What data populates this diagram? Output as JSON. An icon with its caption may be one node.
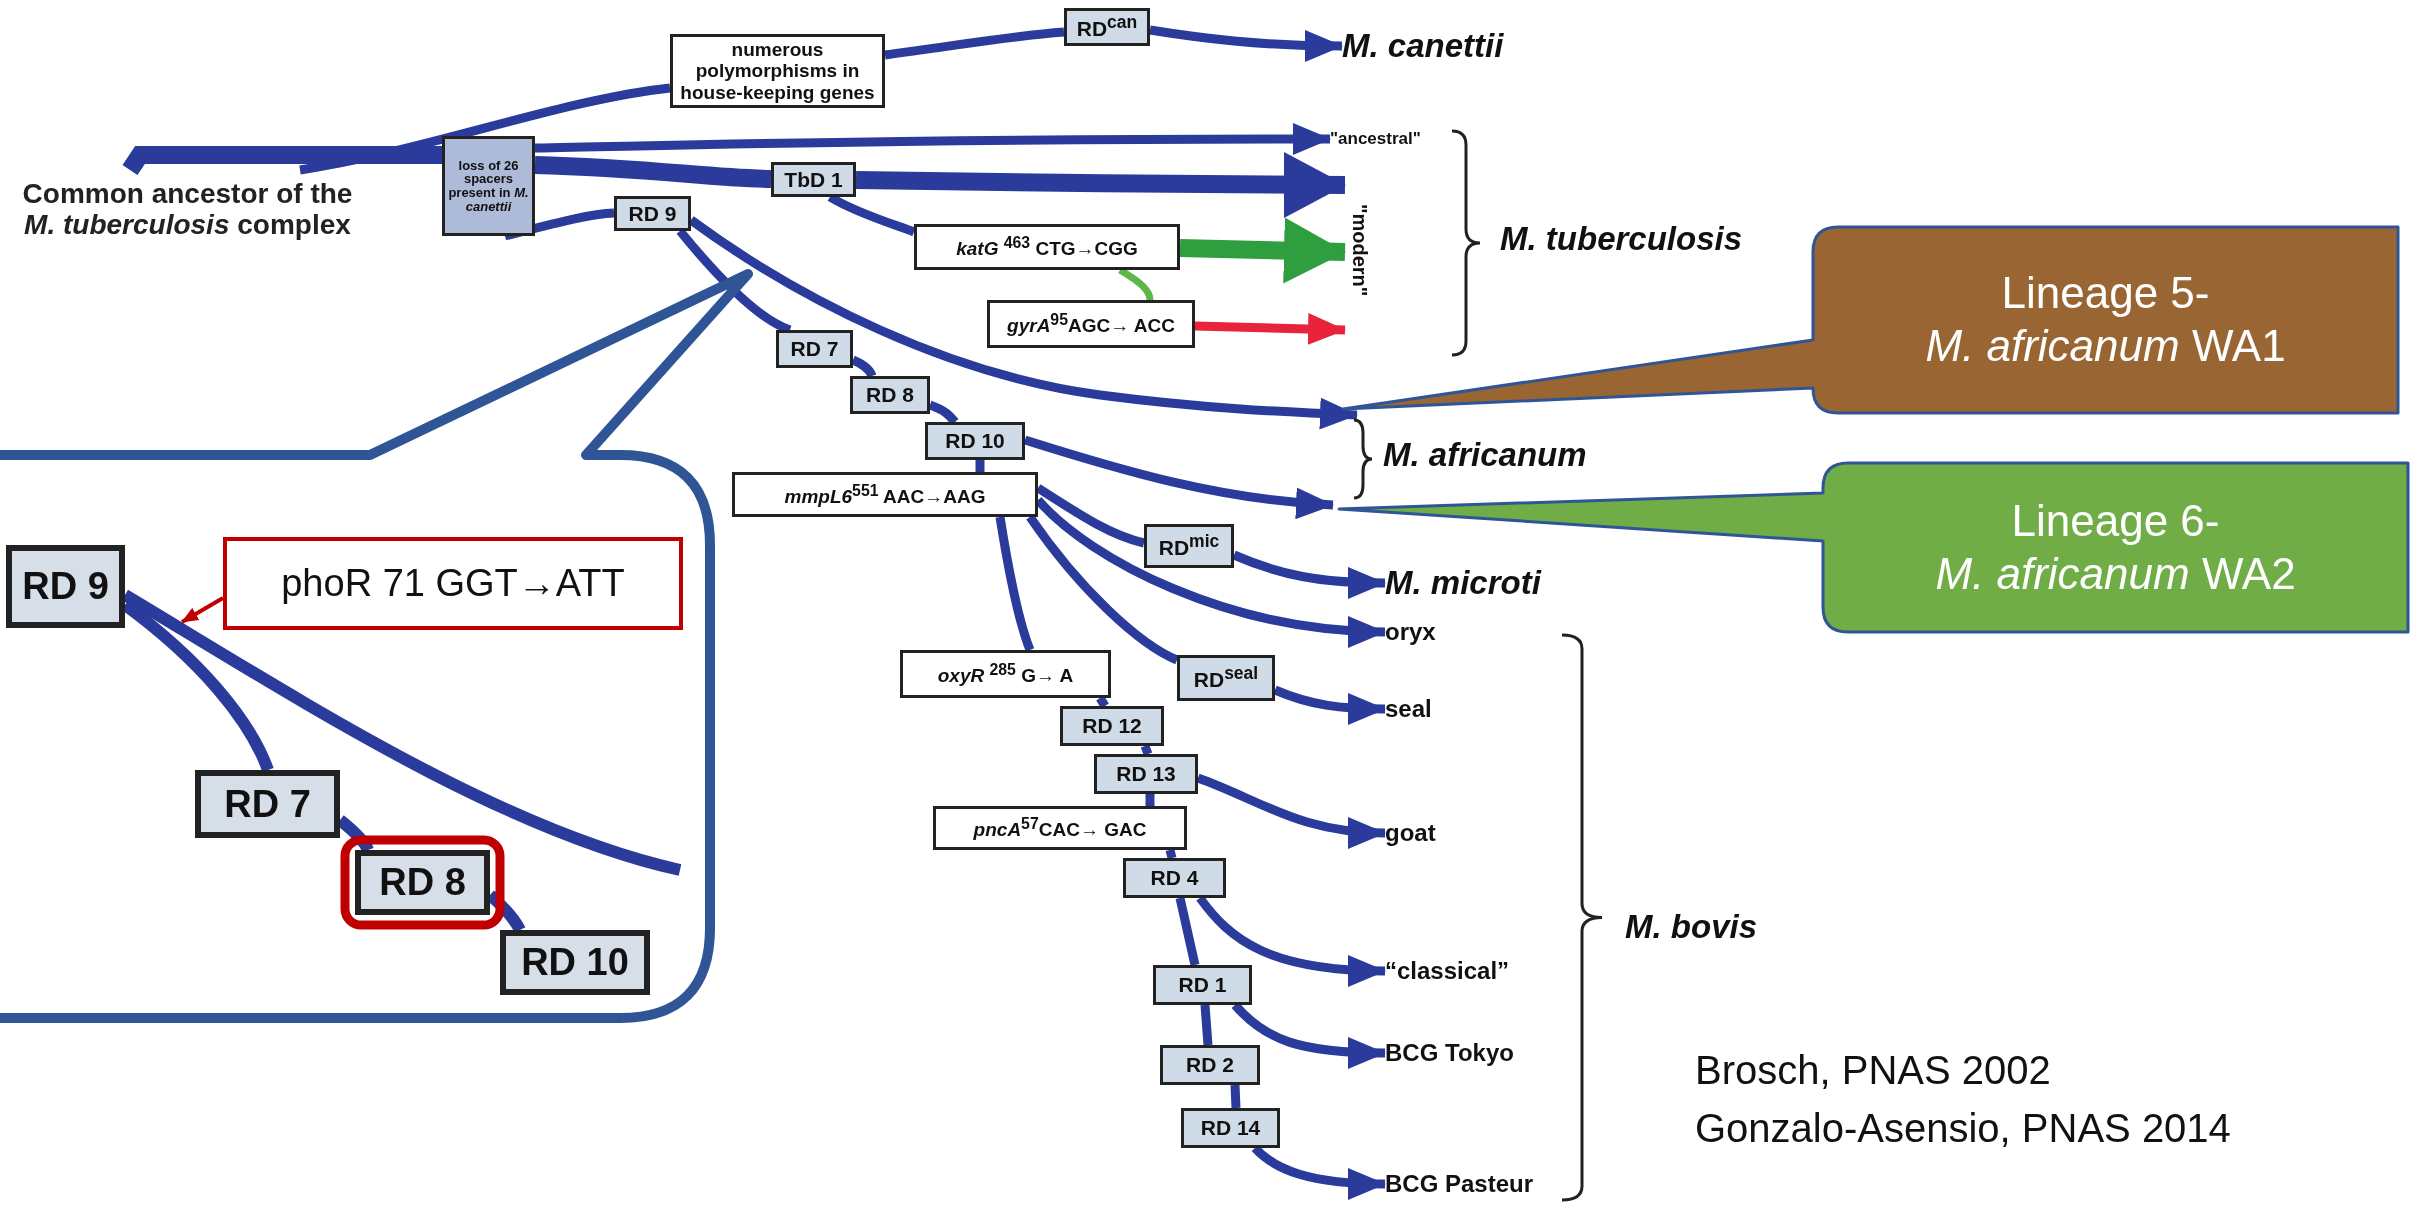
{
  "diagram": {
    "nodes": [
      {
        "text": [
          "Common ancestor of the *M. tuberculosis* complex"
        ]
      },
      {
        "text": [
          "numerous polymorphisms in house-keeping genes"
        ]
      },
      {
        "text": [
          "RD$^{can}$"
        ]
      },
      {
        "text": [
          "loss of 26 spacers present in *M. canettii*"
        ]
      },
      {
        "text": [
          "TbD 1"
        ]
      },
      {
        "text": [
          "RD 9"
        ]
      },
      {
        "text": [
          "*katG* $^{463}$ CTG→CGG"
        ]
      },
      {
        "text": [
          "*gyrA*$^{95}$AGC→ ACC"
        ]
      },
      {
        "text": [
          "RD 7"
        ]
      },
      {
        "text": [
          "RD 8"
        ]
      },
      {
        "text": [
          "RD 10"
        ]
      },
      {
        "text": [
          "*mmpL6*$^{551}$ AAC→AAG"
        ]
      },
      {
        "text": [
          "RD$^{mic}$"
        ]
      },
      {
        "text": [
          "*oxyR* $^{285}$ G→ A"
        ]
      },
      {
        "text": [
          "RD$^{seal}$"
        ]
      },
      {
        "text": [
          "RD 12"
        ]
      },
      {
        "text": [
          "RD 13"
        ]
      },
      {
        "text": [
          "*pncA*$^{57}$CAC→ GAC"
        ]
      },
      {
        "text": [
          "RD 4"
        ]
      },
      {
        "text": [
          "RD 1"
        ]
      },
      {
        "text": [
          "RD 2"
        ]
      },
      {
        "text": [
          "RD 14"
        ]
      },
      {
        "text": [
          "M. canettii"
        ]
      },
      {
        "text": [
          "\"ancestral\""
        ]
      },
      {
        "text": [
          "\"modern\""
        ]
      },
      {
        "text": [
          "M. microti"
        ]
      },
      {
        "text": [
          "oryx"
        ]
      },
      {
        "text": [
          "seal"
        ]
      },
      {
        "text": [
          "goat"
        ]
      },
      {
        "text": [
          "“classical”"
        ]
      },
      {
        "text": [
          "BCG Tokyo"
        ]
      },
      {
        "text": [
          "BCG Pasteur"
        ]
      },
      {
        "text": [
          "Lineage 5- *M. africanum* WA1"
        ]
      },
      {
        "text": [
          "Lineage 6- *M. africanum* WA2"
        ]
      },
      {
        "text": [],
        "shape": "callout"
      },
      {
        "text": [
          "RD 9"
        ],
        "in": 34
      },
      {
        "text": [
          "phoR 71 GGT→ATT"
        ],
        "in": 34
      },
      {
        "text": [
          "RD 7"
        ],
        "in": 34
      },
      {
        "text": [
          "RD 8"
        ],
        "in": 34
      },
      {
        "text": [
          "RD 10"
        ],
        "in": 34
      }
    ],
    "edges": [
      {
        "from": 0,
        "to": 1,
        "arrow": "none"
      },
      {
        "from": 1,
        "to": 2,
        "arrow": "none"
      },
      {
        "from": 2,
        "to": 22,
        "arrow": "to"
      },
      {
        "from": 0,
        "to": 3,
        "arrow": "none",
        "style": "thick"
      },
      {
        "from": 3,
        "to": 23,
        "arrow": "to"
      },
      {
        "from": 3,
        "to": 4,
        "arrow": "none",
        "style": "thick"
      },
      {
        "from": 4,
        "to": 24,
        "arrow": "to",
        "style": "thick"
      },
      {
        "from": 4,
        "to": 6,
        "arrow": "none"
      },
      {
        "from": 6,
        "to": 24,
        "arrow": "to",
        "style": "thick",
        "color": "#2e9e3e"
      },
      {
        "from": 6,
        "to": 7,
        "arrow": "none",
        "color": "#5cb848"
      },
      {
        "from": 7,
        "to": 24,
        "arrow": "to",
        "color": "#e8233a"
      },
      {
        "from": 3,
        "to": 5,
        "arrow": "none"
      },
      {
        "from": 5,
        "to": 32,
        "arrow": "to"
      },
      {
        "from": 5,
        "to": 8,
        "arrow": "none"
      },
      {
        "from": 8,
        "to": 9,
        "arrow": "none"
      },
      {
        "from": 9,
        "to": 10,
        "arrow": "none"
      },
      {
        "from": 10,
        "to": 33,
        "arrow": "to"
      },
      {
        "from": 10,
        "to": 11,
        "arrow": "none"
      },
      {
        "from": 11,
        "to": 12,
        "arrow": "none"
      },
      {
        "from": 12,
        "to": 25,
        "arrow": "to"
      },
      {
        "from": 11,
        "to": 26,
        "arrow": "to"
      },
      {
        "from": 11,
        "to": 14,
        "arrow": "none"
      },
      {
        "from": 14,
        "to": 27,
        "arrow": "to"
      },
      {
        "from": 11,
        "to": 13,
        "arrow": "none"
      },
      {
        "from": 13,
        "to": 15,
        "arrow": "none"
      },
      {
        "from": 15,
        "to": 16,
        "arrow": "none"
      },
      {
        "from": 16,
        "to": 28,
        "arrow": "to"
      },
      {
        "from": 16,
        "to": 17,
        "arrow": "none"
      },
      {
        "from": 17,
        "to": 18,
        "arrow": "none"
      },
      {
        "from": 18,
        "to": 29,
        "arrow": "to"
      },
      {
        "from": 18,
        "to": 19,
        "arrow": "none"
      },
      {
        "from": 19,
        "to": 30,
        "arrow": "to"
      },
      {
        "from": 19,
        "to": 20,
        "arrow": "none"
      },
      {
        "from": 20,
        "to": 21,
        "arrow": "none"
      },
      {
        "from": 21,
        "to": 31,
        "arrow": "to"
      },
      {
        "from": 35,
        "to": 37,
        "arrow": "none"
      },
      {
        "from": 37,
        "to": 38,
        "arrow": "none"
      },
      {
        "from": 38,
        "to": 39,
        "arrow": "none"
      },
      {
        "from": 35,
        "to": null,
        "arrow": "none"
      },
      {
        "from": 36,
        "to": null,
        "arrow": "to",
        "color": "#c00000"
      }
    ],
    "labels": [
      "M. tuberculosis",
      "M. africanum",
      "M. bovis",
      "Brosch, PNAS 2002",
      "Gonzalo-Asensio, PNAS 2014"
    ]
  }
}
